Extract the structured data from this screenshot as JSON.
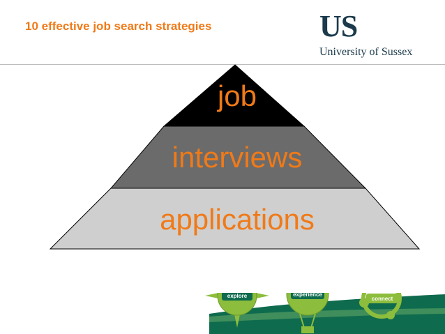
{
  "slide": {
    "title": "10 effective job search strategies"
  },
  "logo": {
    "mark": "US",
    "name": "University of Sussex"
  },
  "pyramid": {
    "tiers": [
      {
        "label": "job",
        "fill": "#000000"
      },
      {
        "label": "interviews",
        "fill": "#6b6b6b"
      },
      {
        "label": "applications",
        "fill": "#cfcfcf"
      }
    ],
    "label_color": "#f07a18"
  },
  "badges": [
    {
      "label": "explore",
      "icon": "compass-icon"
    },
    {
      "label": "experience",
      "icon": "balloon-icon"
    },
    {
      "label": "connect",
      "icon": "network-icon"
    }
  ],
  "colors": {
    "accent_orange": "#f07a18",
    "brand_navy": "#1b3a4c",
    "badge_green": "#8cbd3c",
    "band_green": "#0f6b4e"
  }
}
